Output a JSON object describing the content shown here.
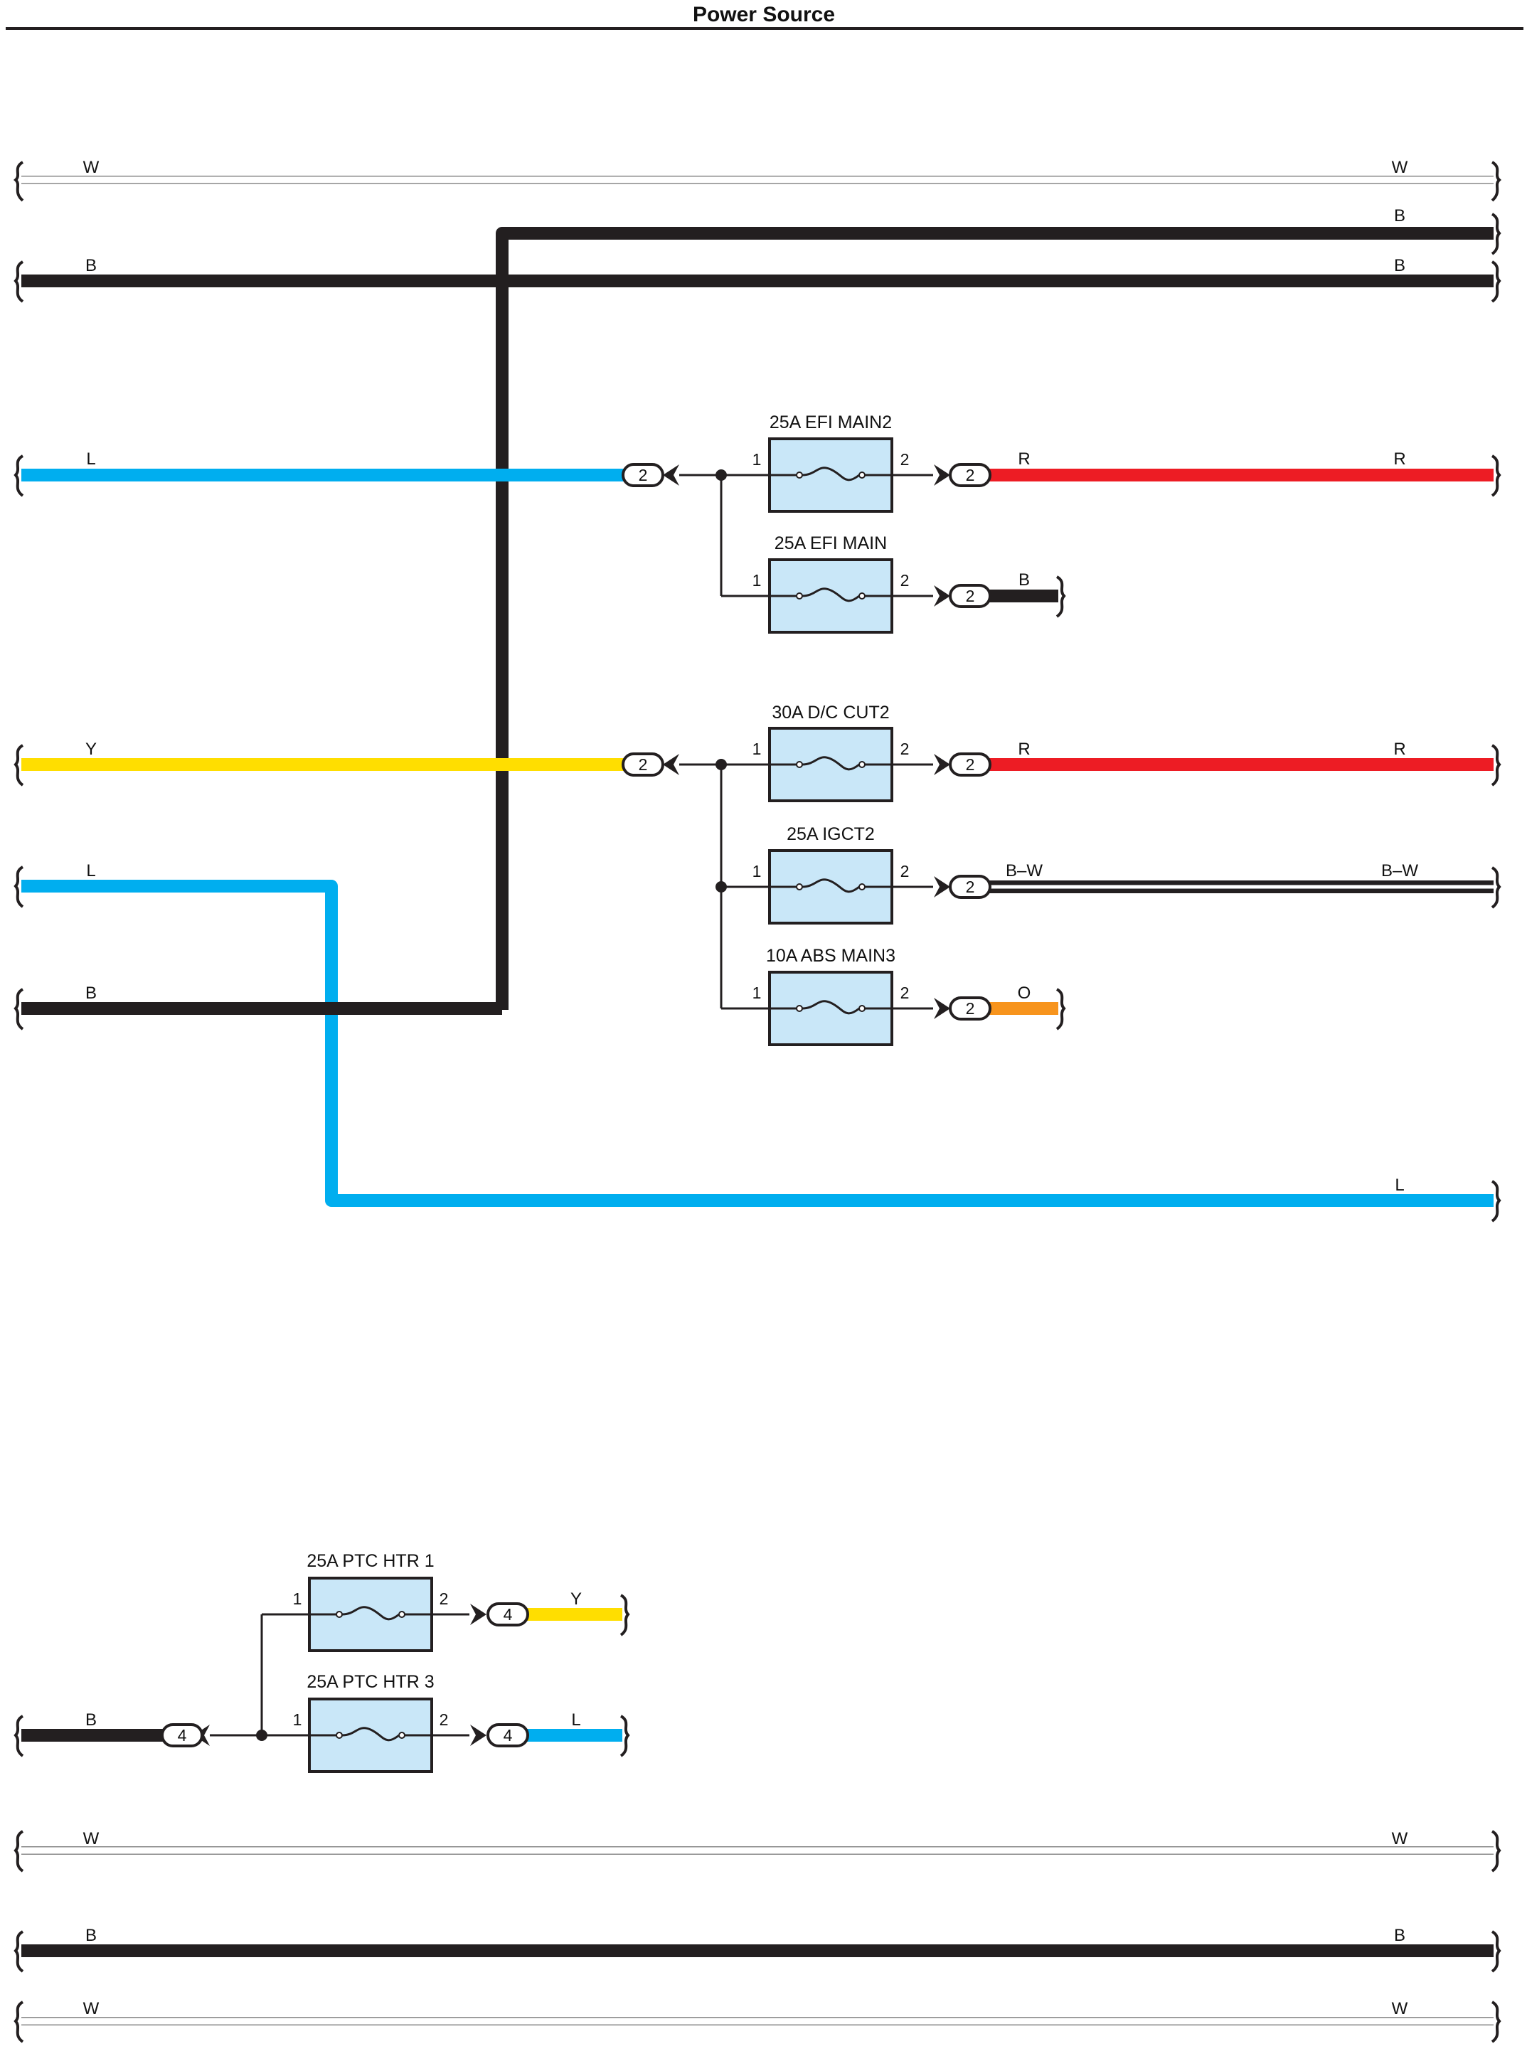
{
  "title": "Power Source",
  "colors": {
    "black": "#231f20",
    "blue": "#00aeef",
    "red": "#ed1c24",
    "yellow": "#ffde00",
    "orange": "#f7941d",
    "fuse_fill": "#c9e7f8",
    "white_wire_edge": "#8a8a8a"
  },
  "wire_labels": {
    "w": "W",
    "b": "B",
    "l": "L",
    "y": "Y",
    "r": "R",
    "bw": "B–W",
    "o": "O"
  },
  "connector_pins": {
    "two": "2",
    "four": "4"
  },
  "fuses": [
    {
      "name": "25A EFI MAIN2",
      "pin_in": "1",
      "pin_out": "2"
    },
    {
      "name": "25A EFI MAIN",
      "pin_in": "1",
      "pin_out": "2"
    },
    {
      "name": "30A D/C CUT2",
      "pin_in": "1",
      "pin_out": "2"
    },
    {
      "name": "25A IGCT2",
      "pin_in": "1",
      "pin_out": "2"
    },
    {
      "name": "10A ABS MAIN3",
      "pin_in": "1",
      "pin_out": "2"
    },
    {
      "name": "25A PTC HTR 1",
      "pin_in": "1",
      "pin_out": "2"
    },
    {
      "name": "25A PTC HTR 3",
      "pin_in": "1",
      "pin_out": "2"
    }
  ]
}
